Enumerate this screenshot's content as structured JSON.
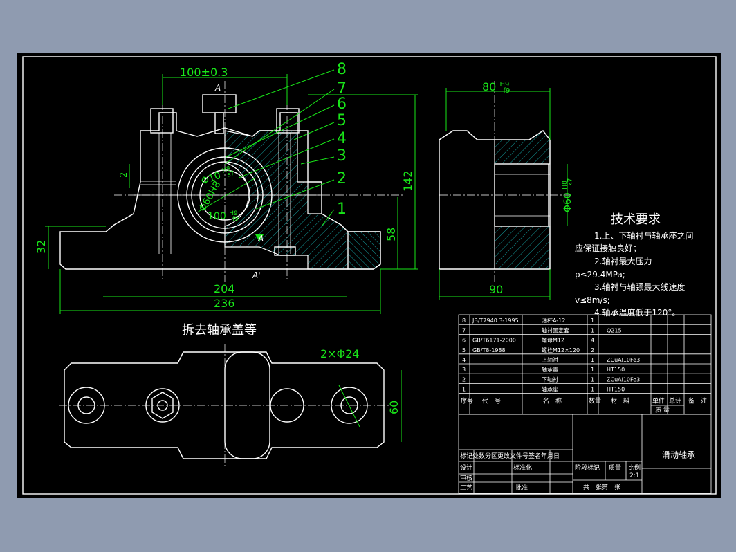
{
  "drawing_title": "滑动轴承",
  "section_title": "拆去轴承盖等",
  "views": {
    "front": {
      "dim_width_top": "100±0.3",
      "dim_total_width": "236",
      "dim_bolt_span": "204",
      "dim_height_total": "142",
      "dim_center_height": "58",
      "dim_base_height": "32",
      "dim_gap": "2",
      "dim_bore_1": "Φ10",
      "dim_bore_1_tol": "H8",
      "dim_bore_1_tol2": "s7",
      "dim_bore_2": "Φ60H8",
      "dim_bore_3": "100",
      "dim_bore_3_tol": "H9",
      "dim_bore_3_tol2": "f9",
      "section_marker": "A",
      "section_marker_2": "A'",
      "section_marker_3": "A"
    },
    "side": {
      "dim_width": "80",
      "dim_width_tol": "H9",
      "dim_width_tol2": "f9",
      "dim_base": "90",
      "dim_bore": "Φ60",
      "dim_bore_tol": "H8",
      "dim_bore_tol2": "k7"
    },
    "top": {
      "dim_holes": "2×Φ24",
      "dim_height": "60"
    }
  },
  "balloons": [
    "1",
    "2",
    "3",
    "4",
    "5",
    "6",
    "7",
    "8"
  ],
  "tech_requirements": {
    "title": "技术要求",
    "lines": [
      "1.上、下轴衬与轴承座之间",
      "应保证接触良好；",
      "2.轴衬最大压力",
      "p≤29.4MPa;",
      "3.轴衬与轴颈最大线速度",
      "v≤8m/s;",
      "4.轴承温度低于120°。"
    ]
  },
  "bom": {
    "headers": [
      "序号",
      "代　号",
      "名　称",
      "数量",
      "材　料",
      "单件",
      "总计",
      "备　注"
    ],
    "mass_header": "质 量",
    "rows": [
      {
        "no": "8",
        "code": "JB/T7940.3-1995",
        "name": "油杯A-12",
        "qty": "1",
        "material": ""
      },
      {
        "no": "7",
        "code": "",
        "name": "轴衬固定套",
        "qty": "1",
        "material": "Q215"
      },
      {
        "no": "6",
        "code": "GB/T6171-2000",
        "name": "螺母M12",
        "qty": "4",
        "material": ""
      },
      {
        "no": "5",
        "code": "GB/T8-1988",
        "name": "螺栓M12×120",
        "qty": "2",
        "material": ""
      },
      {
        "no": "4",
        "code": "",
        "name": "上轴衬",
        "qty": "1",
        "material": "ZCuAl10Fe3"
      },
      {
        "no": "3",
        "code": "",
        "name": "轴承盖",
        "qty": "1",
        "material": "HT150"
      },
      {
        "no": "2",
        "code": "",
        "name": "下轴衬",
        "qty": "1",
        "material": "ZCuAl10Fe3"
      },
      {
        "no": "1",
        "code": "",
        "name": "轴承座",
        "qty": "1",
        "material": "HT150"
      }
    ]
  },
  "title_block": {
    "revision_header": "标记处数分区更改文件号签名年月日",
    "design": "设计",
    "standardization": "标准化",
    "stage_mark": "阶段标记",
    "mass": "质量",
    "scale": "比例",
    "review": "审核",
    "process": "工艺",
    "approve": "批准",
    "scale_value": "2:1",
    "sheets": "共　张第　张"
  },
  "colors": {
    "background": "#8f9bb0",
    "sheet": "#000000",
    "outline": "#ffffff",
    "dimension": "#19e619",
    "hatch": "#19c7c7"
  }
}
